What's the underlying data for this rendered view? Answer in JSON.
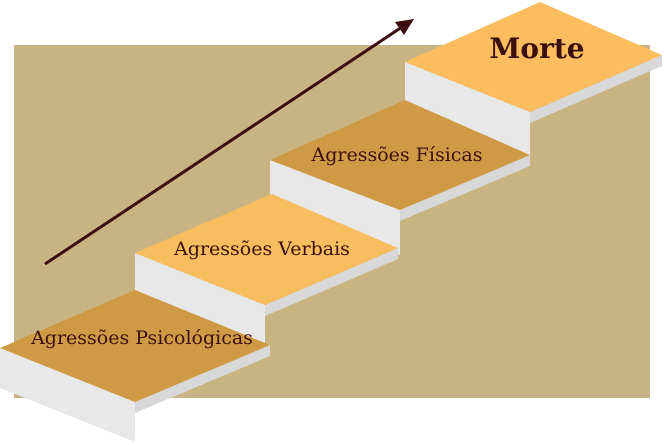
{
  "steps": [
    {
      "label": "Agressões Psicológicas",
      "color": "#cf9a45"
    },
    {
      "label": "Agressões Verbais",
      "color": "#f7bd5e"
    },
    {
      "label": "Agressões Físicas",
      "color": "#cf9a45"
    },
    {
      "label": "Morte",
      "color": "#fbbd5e"
    }
  ],
  "colors": {
    "background": "#c8b482",
    "riser": "#e8e8e8",
    "side": "#d8d8d8",
    "arrow": "#3a0e0e",
    "text": "#3b0f0f"
  }
}
